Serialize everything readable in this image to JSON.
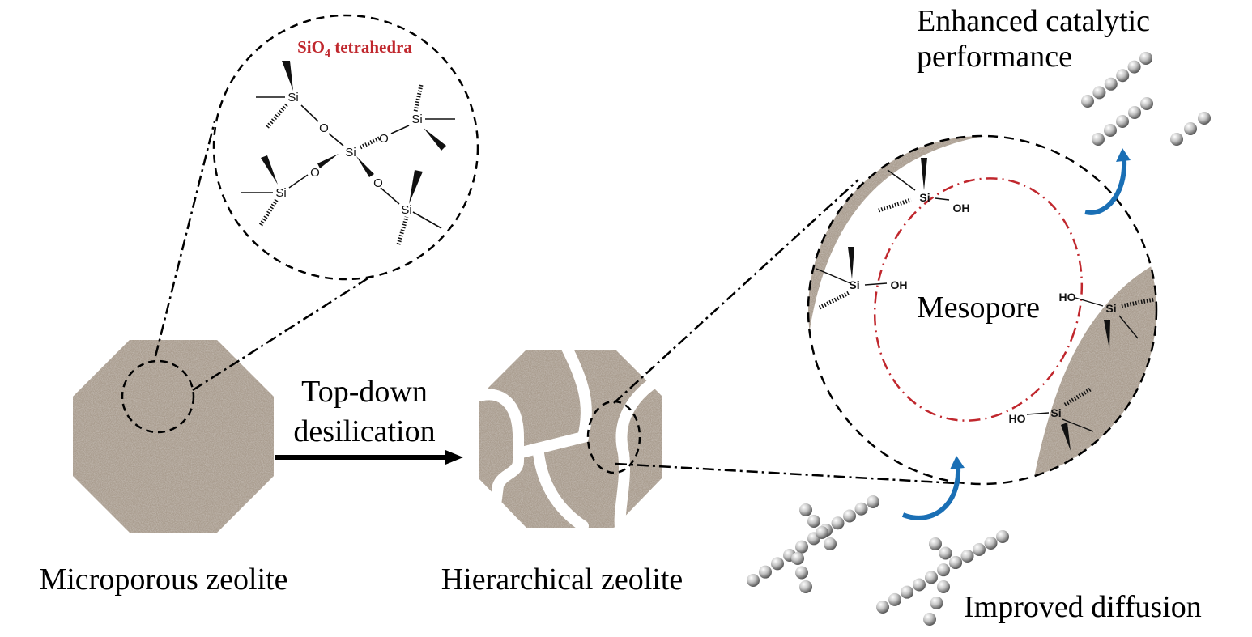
{
  "labels": {
    "microporous": "Microporous zeolite",
    "hierarchical": "Hierarchical zeolite",
    "process_line1": "Top-down",
    "process_line2": "desilication",
    "enhanced_line1": "Enhanced catalytic",
    "enhanced_line2": "performance",
    "diffusion": "Improved diffusion",
    "mesopore": "Mesopore",
    "tetra_main": "SiO",
    "tetra_sub": "4",
    "tetra_rest": " tetrahedra"
  },
  "chem": {
    "si": "Si",
    "o": "O",
    "oh": "OH",
    "ho": "HO"
  },
  "colors": {
    "zeolite": "#a99c8e",
    "mesopore_ring": "#c0272d",
    "tetra_label": "#c0272d",
    "arrow_blue": "#1a6fb5",
    "bead": "#bdbdbd"
  }
}
